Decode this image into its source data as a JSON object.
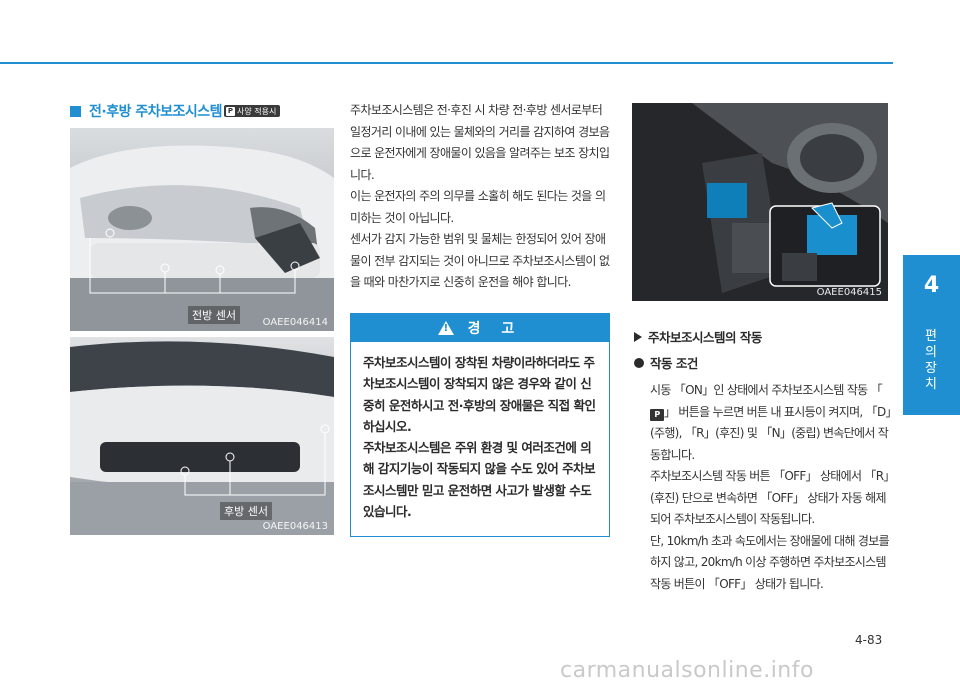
{
  "chapter": {
    "number": "4",
    "title": "편의 장치"
  },
  "heading": {
    "title": "전·후방 주차보조시스템",
    "option_badge": "사양 적용시"
  },
  "photos": {
    "front": {
      "caption": "전방 센서",
      "code": "OAEE046414"
    },
    "rear": {
      "caption": "후방 센서",
      "code": "OAEE046413"
    },
    "console": {
      "code": "OAEE046415"
    }
  },
  "intro": {
    "p1": "주차보조시스템은 전·후진 시 차량 전·후방 센서로부터 일정거리 이내에 있는 물체와의 거리를 감지하여 경보음으로 운전자에게 장애물이 있음을 알려주는 보조 장치입니다.",
    "p2": "이는 운전자의 주의 의무를 소홀히 해도 된다는 것을 의미하는 것이 아닙니다.",
    "p3": "센서가 감지 가능한 범위 및 물체는 한정되어 있어 장애물이 전부 감지되는 것이 아니므로 주차보조시스템이 없을 때와 마찬가지로 신중히 운전을 해야 합니다."
  },
  "warning": {
    "title": "경 고",
    "p1": "주차보조시스템이 장착된 차량이라하더라도 주차보조시스템이 장착되지 않은 경우와 같이 신중히 운전하시고 전·후방의 장애물은 직접 확인하십시오.",
    "p2": "주차보조시스템은 주위 환경 및 여러조건에 의해 감지기능이 작동되지 않을 수도 있어 주차보조시스템만 믿고 운전하면 사고가 발생할 수도 있습니다."
  },
  "operation": {
    "title": "주차보조시스템의 작동",
    "condition_title": "작동 조건",
    "p1_a": "시동 「ON」인 상태에서 주차보조시스템 작동 「",
    "p1_btn": "P",
    "p1_b": "」 버튼을 누르면 버튼 내 표시등이 켜지며, 「D」(주행), 「R」(후진) 및 「N」(중립) 변속단에서 작동합니다.",
    "p2": "주차보조시스템 작동 버튼 「OFF」 상태에서 「R」(후진) 단으로 변속하면 「OFF」 상태가 자동 해제되어 주차보조시스템이 작동됩니다.",
    "p3": "단, 10km/h 초과 속도에서는 장애물에 대해 경보를 하지 않고, 20km/h 이상 주행하면 주차보조시스템 작동 버튼이 「OFF」 상태가 됩니다."
  },
  "page_number": "4-83",
  "watermark": "carmanualsonline.info",
  "colors": {
    "accent": "#1f8fd1"
  }
}
